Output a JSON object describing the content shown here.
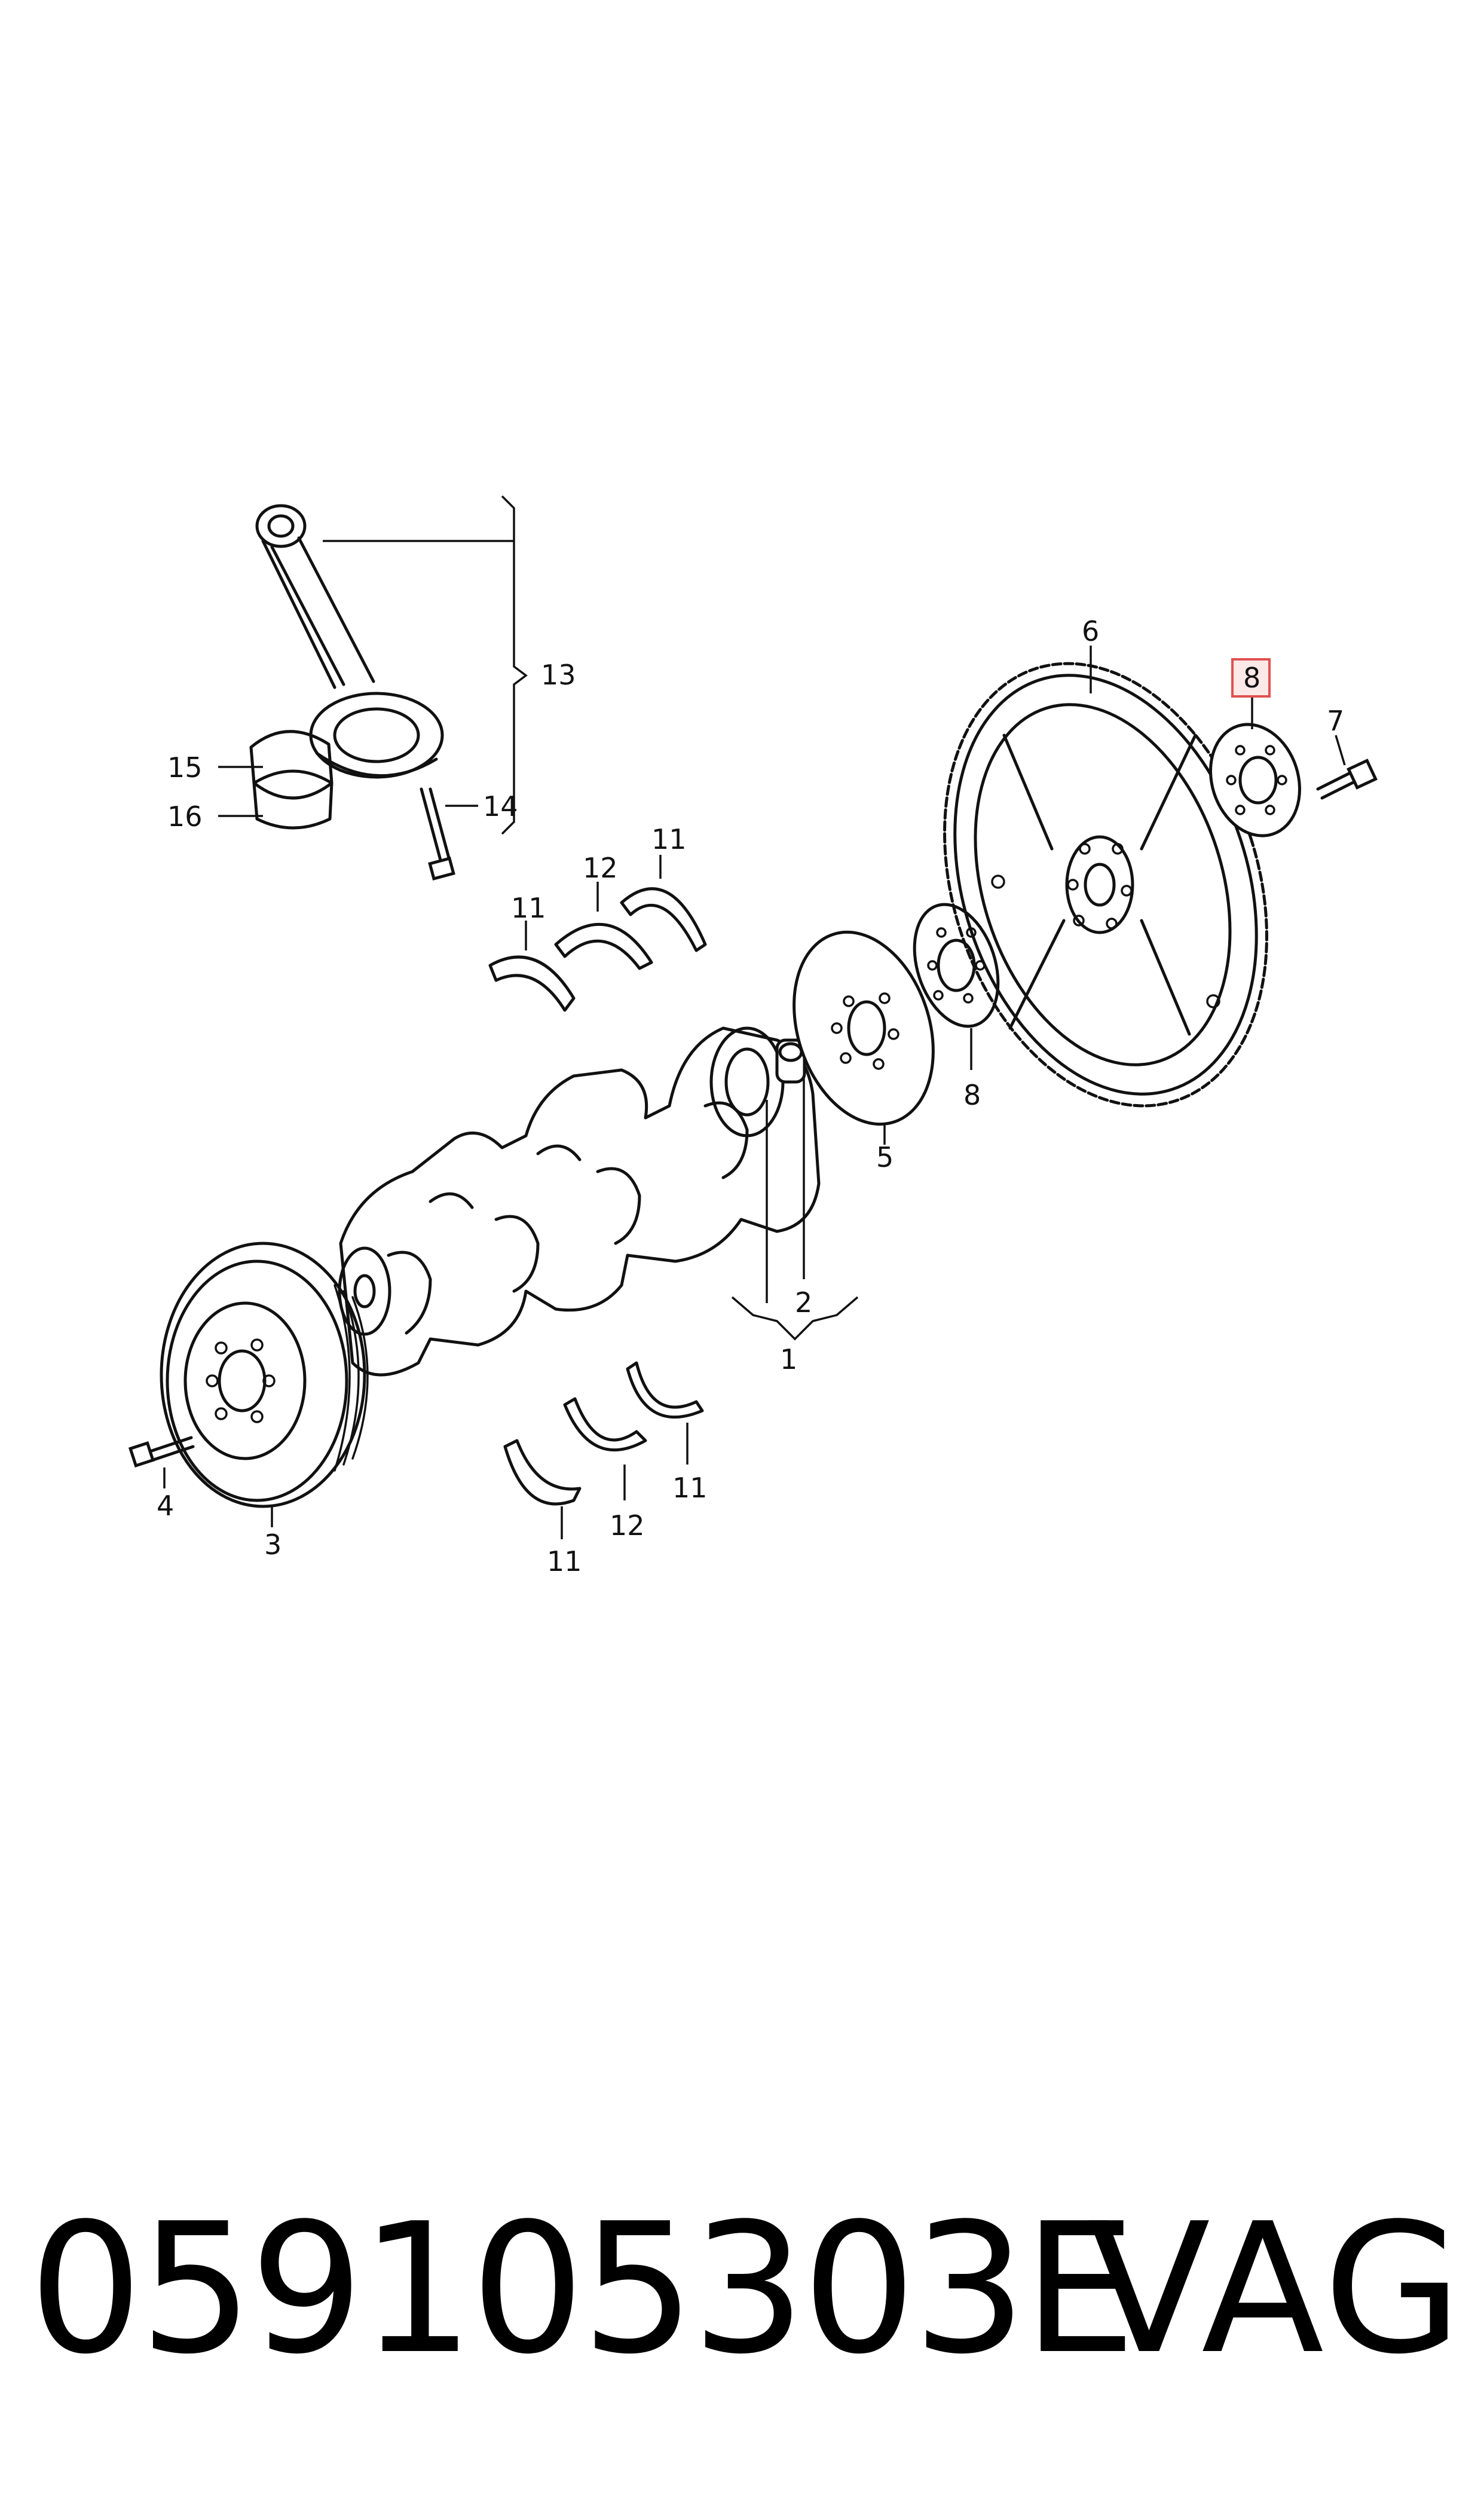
{
  "diagram": {
    "callouts": {
      "c1": "1",
      "c2": "2",
      "c3": "3",
      "c4": "4",
      "c5": "5",
      "c6": "6",
      "c7": "7",
      "c8_highlight": "8",
      "c8": "8",
      "c11_a": "11",
      "c11_b": "11",
      "c11_c": "11",
      "c11_d": "11",
      "c12_a": "12",
      "c12_b": "12",
      "c13": "13",
      "c14": "14",
      "c15": "15",
      "c16": "16"
    },
    "highlight_color": "#e05050"
  },
  "footer": {
    "part_number": "059105303E",
    "brand": "VAG"
  }
}
